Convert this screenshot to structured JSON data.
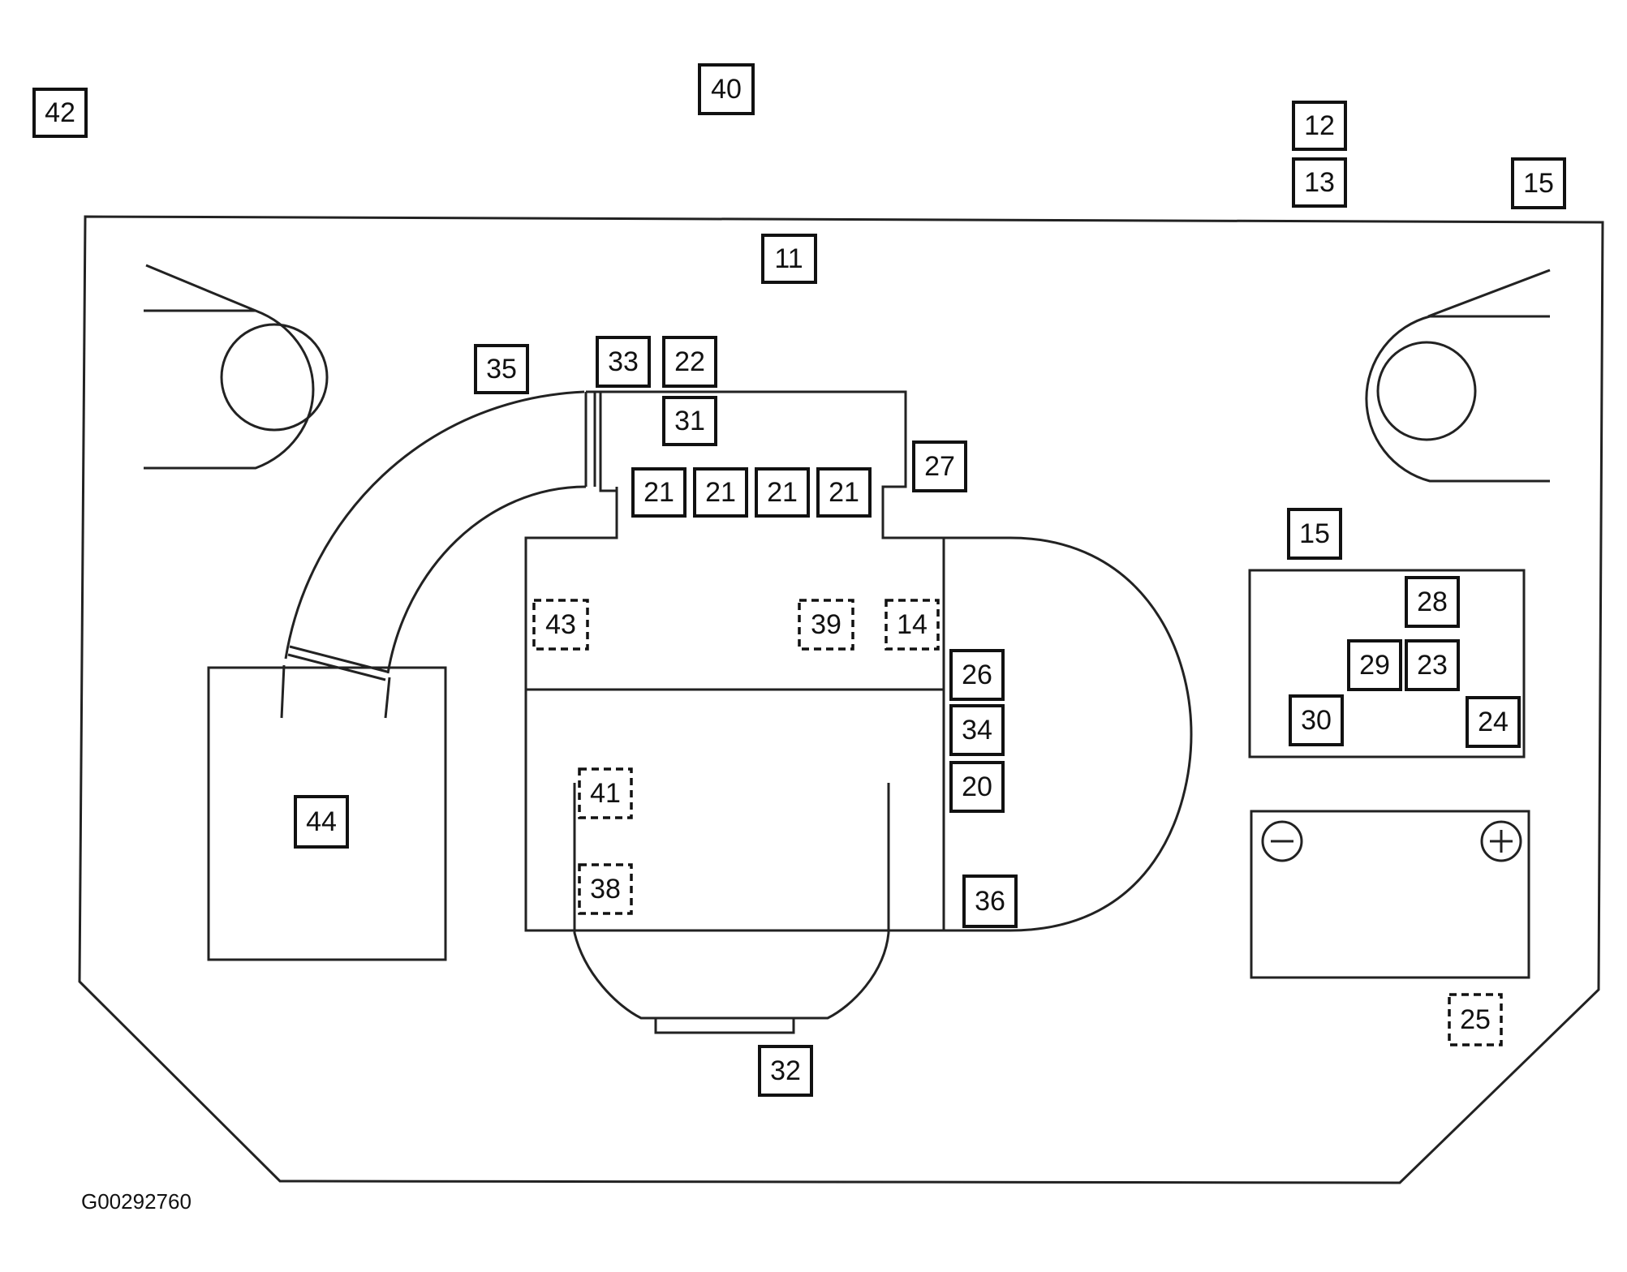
{
  "diagram": {
    "code": "G00292760",
    "battery": {
      "negative_symbol": "−",
      "positive_symbol": "+"
    },
    "labels": {
      "l42": "42",
      "l40": "40",
      "l12": "12",
      "l13": "13",
      "l15a": "15",
      "l11": "11",
      "l35": "35",
      "l33": "33",
      "l22": "22",
      "l31": "31",
      "l27": "27",
      "l21a": "21",
      "l21b": "21",
      "l21c": "21",
      "l21d": "21",
      "l43": "43",
      "l39": "39",
      "l14": "14",
      "l26": "26",
      "l34": "34",
      "l20": "20",
      "l41": "41",
      "l38": "38",
      "l36": "36",
      "l32": "32",
      "l44": "44",
      "l15b": "15",
      "l28": "28",
      "l29": "29",
      "l23": "23",
      "l30": "30",
      "l24": "24",
      "l25": "25"
    }
  }
}
